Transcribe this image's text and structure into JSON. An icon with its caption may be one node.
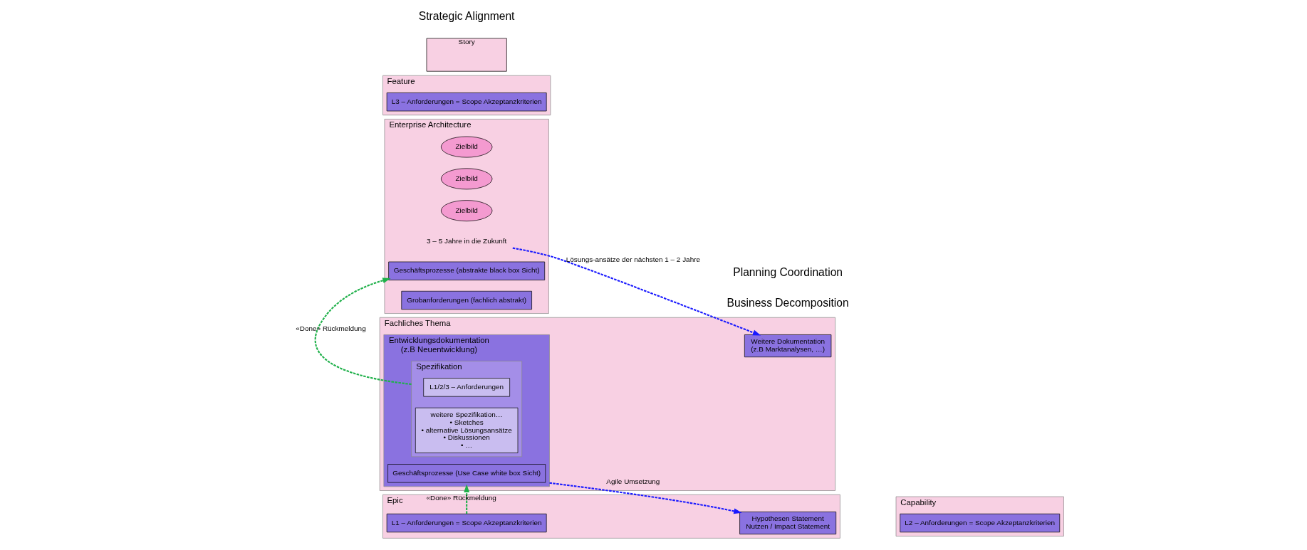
{
  "diagram": {
    "nodes": [
      {
        "text": [
          "Enterprise Architecture"
        ]
      },
      {
        "text": [
          "Zielbild"
        ],
        "in": 0
      },
      {
        "text": [
          "Zielbild"
        ],
        "in": 0
      },
      {
        "text": [
          "Zielbild"
        ],
        "in": 0
      },
      {
        "text": [
          "3 – 5 Jahre in die Zukunft"
        ],
        "in": 0
      },
      {
        "text": [
          "Geschäftsprozesse (abstrakte black box Sicht)"
        ],
        "in": 0
      },
      {
        "text": [
          "Grobanforderungen (fachlich abstrakt)"
        ],
        "in": 0
      },
      {
        "text": [
          "Fachliches Thema"
        ]
      },
      {
        "text": [
          "Weitere Dokumentation",
          "(z.B Marktanalysen, …)"
        ],
        "in": 7
      },
      {
        "text": [
          "Entwicklungsdokumentation",
          "(z.B Neuentwicklung)"
        ],
        "in": 7
      },
      {
        "text": [
          "Geschäftsprozesse (Use Case white box Sicht)"
        ],
        "in": 9
      },
      {
        "text": [
          "Spezifikation"
        ],
        "in": 9
      },
      {
        "text": [
          "L1/2/3 – Anforderungen"
        ],
        "in": 11
      },
      {
        "text": [
          "weitere Spezifikation…",
          "• Sketches",
          "• alternative Lösungsansätze",
          "• Diskussionen",
          "• …"
        ],
        "in": 11
      },
      {
        "text": [
          "Epic"
        ]
      },
      {
        "text": [
          "Hypothesen Statement",
          "Nutzen / Impact Statement"
        ],
        "in": 14
      },
      {
        "text": [
          "L1 – Anforderungen = Scope Akzeptanzkriterien"
        ],
        "in": 14
      },
      {
        "text": [
          "Capability"
        ]
      },
      {
        "text": [
          "L2 – Anforderungen = Scope Akzeptanzkriterien"
        ],
        "in": 17
      },
      {
        "text": [
          "Feature"
        ]
      },
      {
        "text": [
          "L3 – Anforderungen = Scope Akzeptanzkriterien"
        ],
        "in": 19
      },
      {
        "text": [
          "Story"
        ]
      }
    ],
    "edges": [
      {
        "from": 4,
        "to": 8,
        "arrow": "to",
        "label": "Lösungs-ansätze der nächsten 1 – 2 Jahre",
        "style": "dashed",
        "color": "#1a1aff"
      },
      {
        "from": 9,
        "to": 15,
        "arrow": "to",
        "label": "Agile Umsetzung",
        "style": "dashed",
        "color": "#1a1aff"
      },
      {
        "from": 16,
        "to": 9,
        "arrow": "to",
        "label": "«Done» Rückmeldung",
        "style": "dashed",
        "color": "#1fb04a"
      },
      {
        "from": 11,
        "to": 5,
        "arrow": "to",
        "label": "«Done» Rückmeldung",
        "style": "dashed",
        "color": "#1fb04a"
      }
    ],
    "labels": [
      "Strategic Alignment",
      "Business Decomposition",
      "Planning Coordination"
    ]
  }
}
